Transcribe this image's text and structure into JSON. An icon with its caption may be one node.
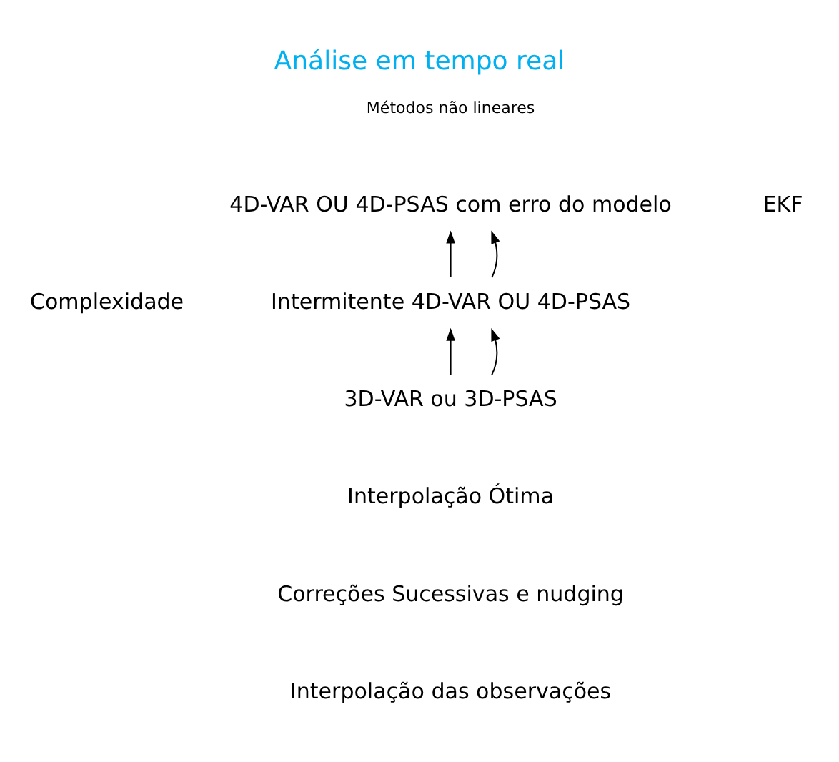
{
  "diagram": {
    "title": "Análise em tempo real",
    "nodes": [
      {
        "text": [
          "4D-VAR OU 4D-PSAS com erro do modelo"
        ]
      },
      {
        "text": [
          "Intermitente 4D-VAR OU 4D-PSAS"
        ]
      },
      {
        "text": [
          "3D-VAR ou 3D-PSAS"
        ]
      }
    ],
    "edges": [
      {
        "from": 1,
        "to": 0,
        "arrow": "to"
      },
      {
        "from": 1,
        "to": 0,
        "arrow": "to"
      },
      {
        "from": 2,
        "to": 1,
        "arrow": "to"
      },
      {
        "from": 2,
        "to": 1,
        "arrow": "to"
      }
    ],
    "labels": [
      "Métodos não lineares",
      "EKF",
      "Complexidade",
      "Interpolação Ótima",
      "Correções Sucessivas e nudging",
      "Interpolação das observações"
    ]
  }
}
